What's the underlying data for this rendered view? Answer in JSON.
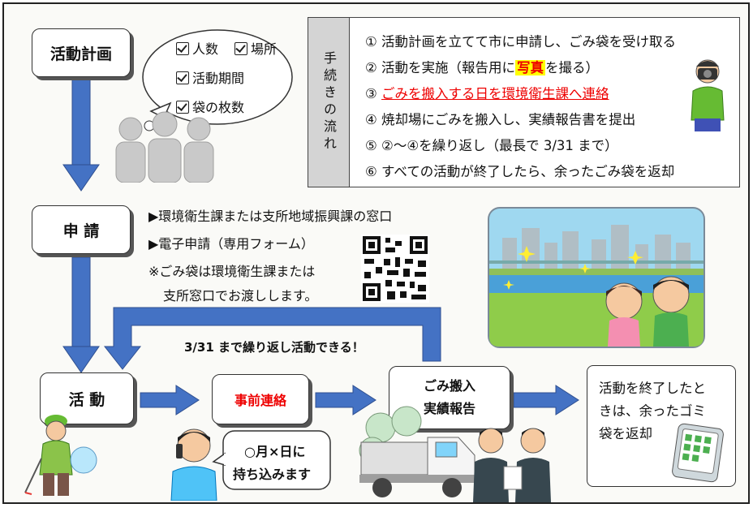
{
  "boxes": {
    "plan": "活動計画",
    "apply": "申 請",
    "activity": "活 動",
    "notify": "事前連絡",
    "carry_line1": "ごみ搬入",
    "carry_line2": "実績報告",
    "end_lines": [
      "活動を終了したと",
      "きは、余ったゴミ",
      "袋を返却"
    ]
  },
  "bubble": {
    "items": [
      "人数",
      "場所",
      "活動期間",
      "袋の枚数"
    ]
  },
  "flow": {
    "header": "手続きの流れ",
    "steps": [
      {
        "num": "①",
        "text": "活動計画を立てて市に申請し、ごみ袋を受け取る"
      },
      {
        "num": "②",
        "pre": "活動を実施（報告用に",
        "highlight": "写真",
        "post": "を撮る）"
      },
      {
        "num": "③",
        "underline": "ごみを搬入する日を環境衛生課へ連絡"
      },
      {
        "num": "④",
        "text": "焼却場にごみを搬入し、実績報告書を提出"
      },
      {
        "num": "⑤",
        "text": "②～④を繰り返し（最長で 3/31 まで）"
      },
      {
        "num": "⑥",
        "text": "すべての活動が終了したら、余ったごみ袋を返却"
      }
    ]
  },
  "apply_info": {
    "line1": "▶環境衛生課または支所地域振興課の窓口",
    "line2": "▶電子申請（専用フォーム）",
    "note1": "※ごみ袋は環境衛生課または",
    "note2": "支所窓口でお渡しします。"
  },
  "repeat_label": "3/31 まで繰り返し活動できる！",
  "phone_bubble": {
    "line1": "○月×日に",
    "line2": "持ち込みます"
  },
  "colors": {
    "arrow": "#4472c4",
    "arrow_dark": "#2f4f8f",
    "accent_red": "#e00000",
    "highlight": "#ffff00"
  },
  "icons": [
    "people-silhouette-icon",
    "qr-code-icon",
    "camera-person-icon",
    "scenery-illustration",
    "garbage-picker-icon",
    "phone-person-icon",
    "truck-icon",
    "business-people-icon",
    "tablet-icon"
  ]
}
